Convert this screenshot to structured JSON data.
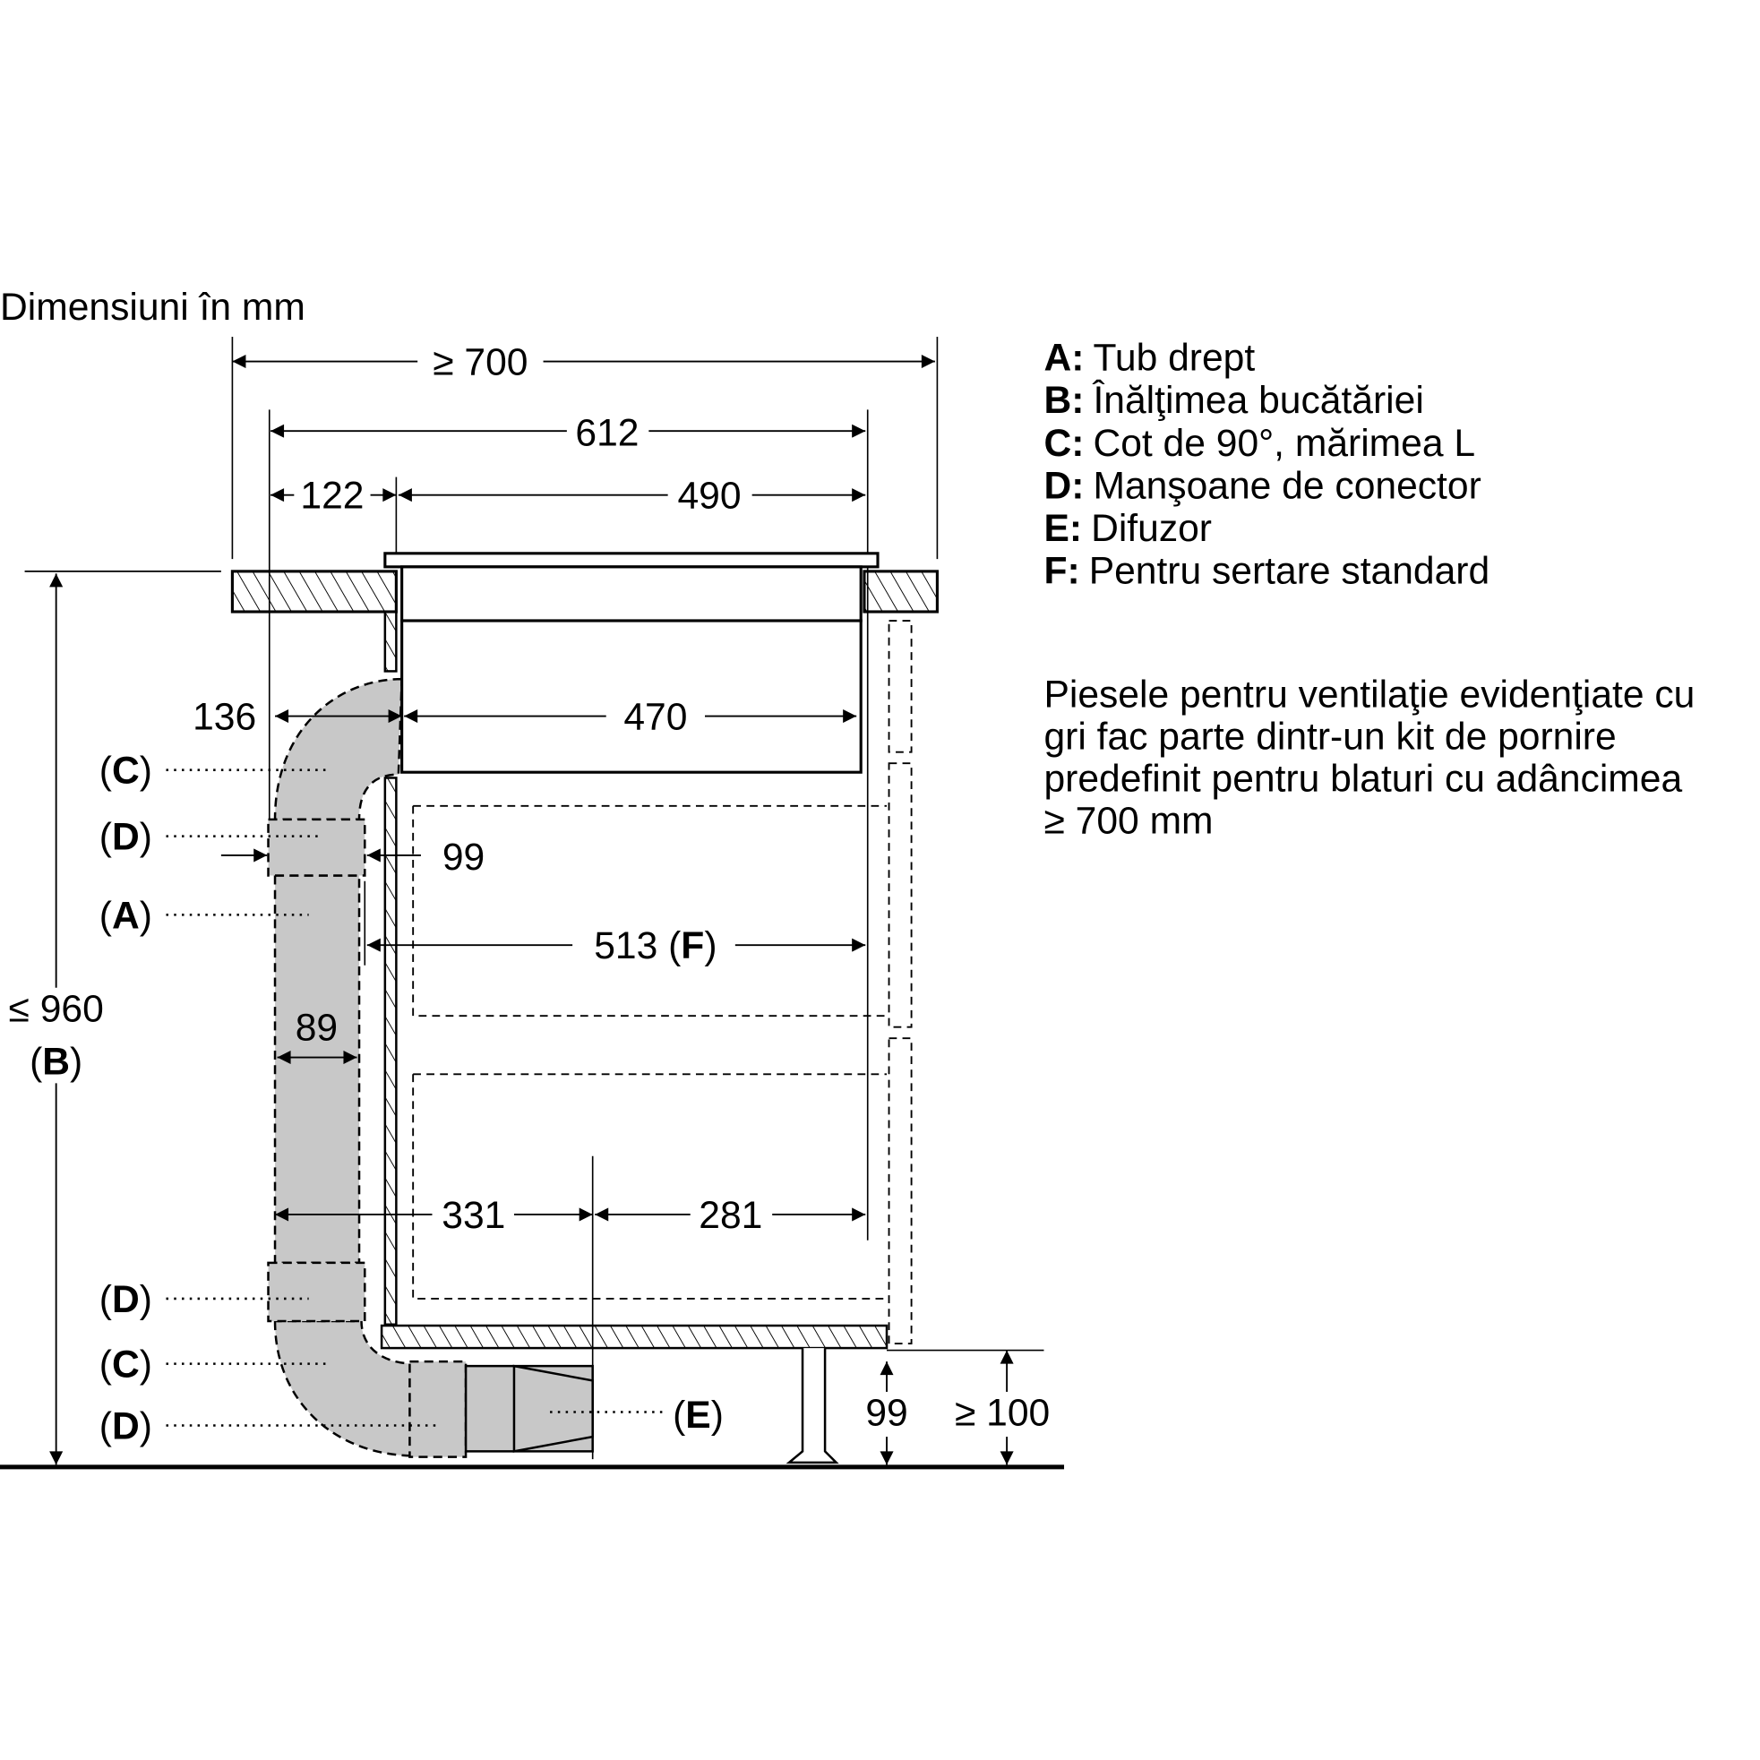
{
  "title": "Dimensiuni în mm",
  "legend": [
    {
      "key": "A:",
      "text": "Tub drept"
    },
    {
      "key": "B:",
      "text": "Înălţimea bucătăriei"
    },
    {
      "key": "C:",
      "text": "Cot de 90°, mărimea L"
    },
    {
      "key": "D:",
      "text": "Manşoane de conector"
    },
    {
      "key": "E:",
      "text": "Difuzor"
    },
    {
      "key": "F:",
      "text": "Pentru sertare standard"
    }
  ],
  "note": [
    "Piesele pentru ventilaţie evidenţiate cu",
    "gri fac parte dintr-un kit de pornire",
    "predefinit pentru blaturi cu adâncimea",
    "≥ 700 mm"
  ],
  "dimensions": {
    "d700": "≥ 700",
    "d612": "612",
    "d122": "122",
    "d490": "490",
    "d136": "136",
    "d470": "470",
    "d99a": "99",
    "d513": "513 (",
    "d513f": "F",
    "d513c": ")",
    "d89": "89",
    "d331": "331",
    "d281": "281",
    "d99b": "99",
    "d100": "≥ 100",
    "d960": "≤ 960",
    "dB": "B"
  },
  "labels": {
    "C1": "C",
    "D1": "D",
    "A": "A",
    "D2": "D",
    "C2": "C",
    "D3": "D",
    "E": "E"
  },
  "colors": {
    "duct": "#c8c8c8",
    "line": "#000000"
  }
}
